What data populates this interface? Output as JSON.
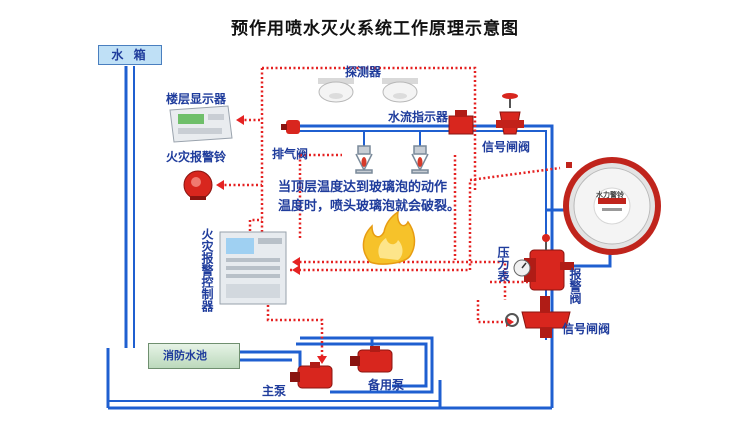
{
  "title": "预作用喷水灭火系统工作原理示意图",
  "labels": {
    "water_tank": "水 箱",
    "detector": "探测器",
    "floor_display": "楼层显示器",
    "fire_bell": "火灾报警铃",
    "vent_valve": "排气阀",
    "flow_indicator": "水流指示器",
    "signal_gate_valve_top": "信号闸阀",
    "fire_controller": "火灾报警控制器",
    "pressure_gauge": "压力表",
    "alarm_valve": "报警阀",
    "signal_gate_valve_bottom": "信号闸阀",
    "fire_pool": "消防水池",
    "main_pump": "主泵",
    "standby_pump": "备用泵",
    "alarm_bell_plate": "水力警铃"
  },
  "note": {
    "line1": "当顶层温度达到玻璃泡的动作",
    "line2": "温度时，喷头玻璃泡就会破裂。"
  },
  "colors": {
    "pipe": "#1f5fd0",
    "signal": "#e52222",
    "equipment_red": "#d8261e",
    "label_blue": "#1f3c9c"
  }
}
